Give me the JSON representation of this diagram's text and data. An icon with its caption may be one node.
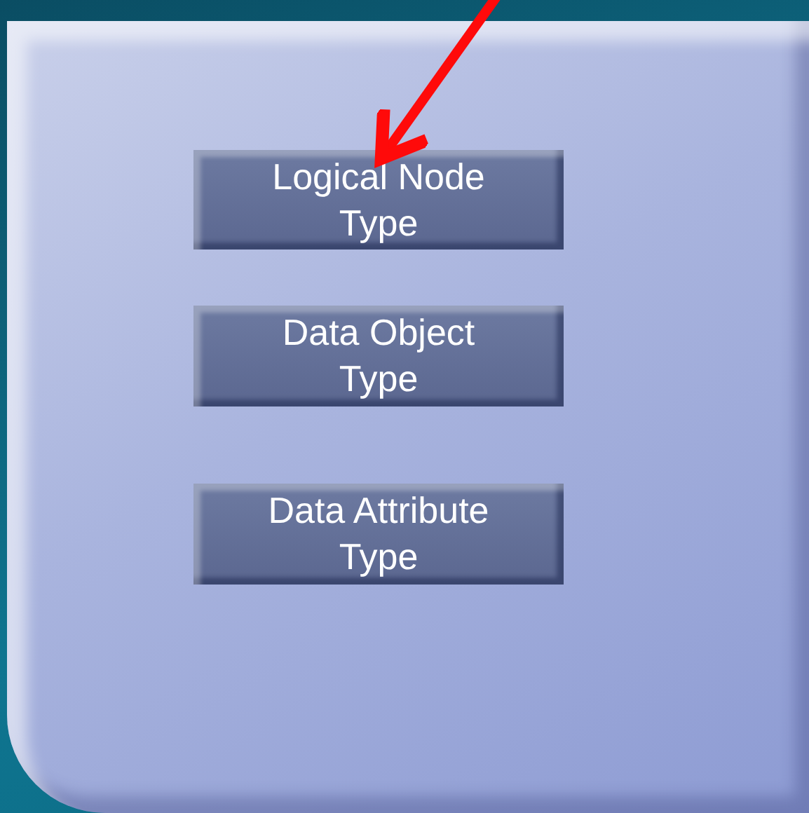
{
  "diagram": {
    "nodes": [
      {
        "text": [],
        "shape": "box"
      },
      {
        "text": [
          "Logical Node Type"
        ],
        "in": 0
      },
      {
        "text": [
          "Data Object Type"
        ],
        "in": 0
      },
      {
        "text": [
          "Data Attribute Type"
        ],
        "in": 0
      }
    ],
    "edges": [
      {
        "from": null,
        "to": 1,
        "arrow": "to"
      }
    ]
  }
}
